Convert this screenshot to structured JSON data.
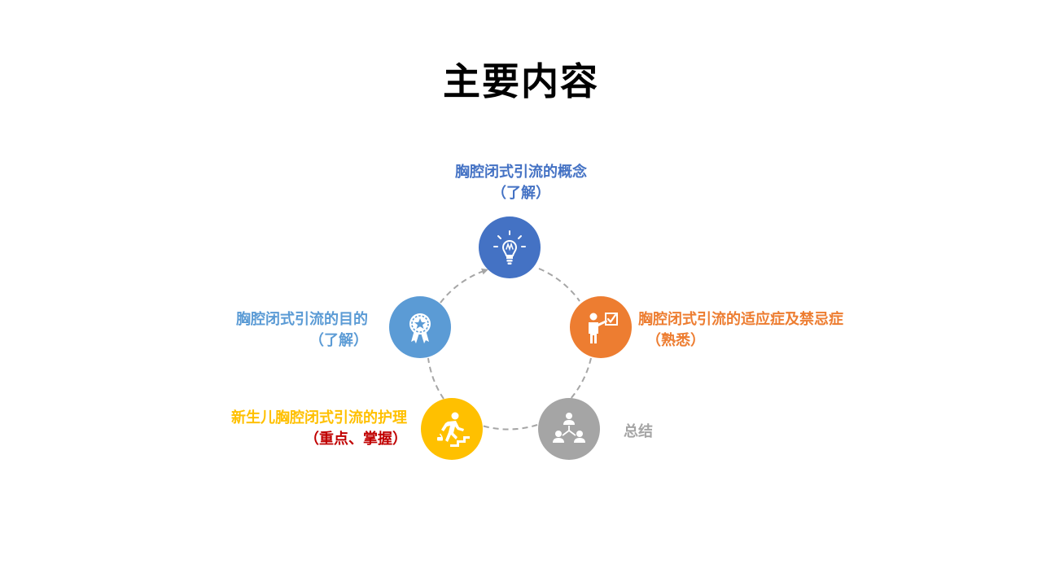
{
  "page": {
    "title": "主要内容"
  },
  "colors": {
    "blue_dark": "#4472C4",
    "blue_light": "#5B9BD5",
    "orange": "#ED7D31",
    "gray": "#A5A5A5",
    "gold": "#FFC000",
    "red": "#C00000",
    "ring": "#A6A6A6"
  },
  "nodes": [
    {
      "id": "concept",
      "icon": "lightbulb-icon",
      "color": "#4472C4",
      "label": "胸腔闭式引流的概念",
      "sub": "（了解）",
      "sub_color": "#4472C4"
    },
    {
      "id": "indications",
      "icon": "presenter-checklist-icon",
      "color": "#ED7D31",
      "label": "胸腔闭式引流的适应症及禁忌症",
      "sub": "（熟悉）",
      "sub_color": "#ED7D31"
    },
    {
      "id": "summary",
      "icon": "team-network-icon",
      "color": "#A5A5A5",
      "label": "总结",
      "sub": "",
      "sub_color": "#A5A5A5"
    },
    {
      "id": "nursing",
      "icon": "climbing-stairs-icon",
      "color": "#FFC000",
      "label": "新生儿胸腔闭式引流的护理",
      "sub": "（重点、掌握）",
      "sub_color": "#C00000"
    },
    {
      "id": "purpose",
      "icon": "award-ribbon-icon",
      "color": "#5B9BD5",
      "label": "胸腔闭式引流的目的",
      "sub": "（了解）",
      "sub_color": "#5B9BD5"
    }
  ]
}
